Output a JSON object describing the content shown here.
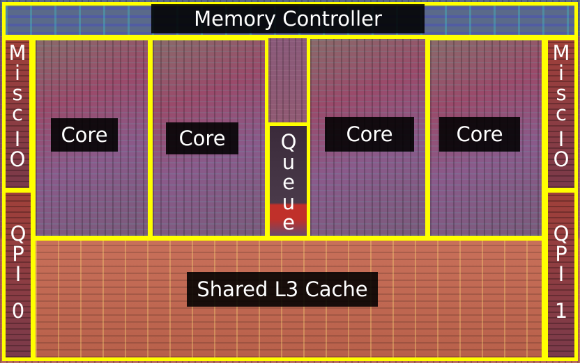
{
  "title": "Processor die floorplan",
  "regions": {
    "memory_controller": "Memory Controller",
    "misc_io_left": [
      "M",
      "i",
      "s",
      "c",
      "",
      "I",
      "O"
    ],
    "misc_io_right": [
      "M",
      "i",
      "s",
      "c",
      "",
      "I",
      "O"
    ],
    "qpi0": [
      "Q",
      "P",
      "I",
      "",
      "0"
    ],
    "qpi1": [
      "Q",
      "P",
      "I",
      "",
      "1"
    ],
    "cores": [
      "Core",
      "Core",
      "Core",
      "Core"
    ],
    "queue": [
      "Q",
      "u",
      "e",
      "u",
      "e"
    ],
    "l3_cache": "Shared L3 Cache"
  },
  "colors": {
    "outline": "#ffff00",
    "label_bg": "#000000",
    "label_text": "#ffffff"
  }
}
